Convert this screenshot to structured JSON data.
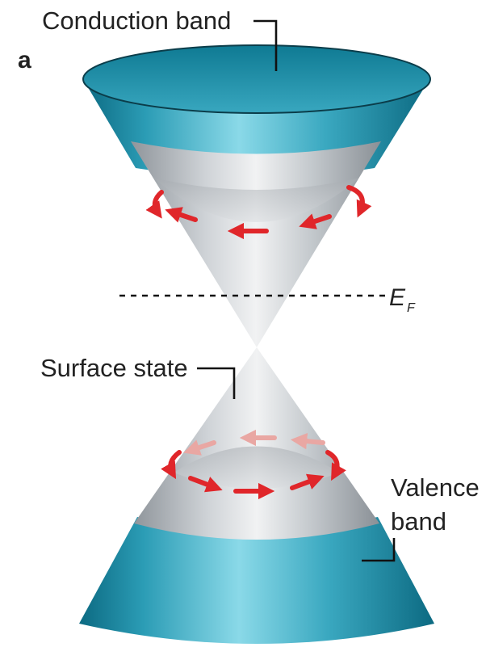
{
  "labels": {
    "panel": "a",
    "conduction_band": "Conduction band",
    "fermi_symbol": "E",
    "fermi_subscript": "F",
    "surface_state": "Surface state",
    "valence_line1": "Valence",
    "valence_line2": "band"
  },
  "colors": {
    "band_teal": "#2a9db4",
    "band_teal_dark": "#0d6f86",
    "band_teal_light": "#7fd6e6",
    "surface_gray": "#c9cdd1",
    "spin_arrow_red": "#e0262a"
  }
}
